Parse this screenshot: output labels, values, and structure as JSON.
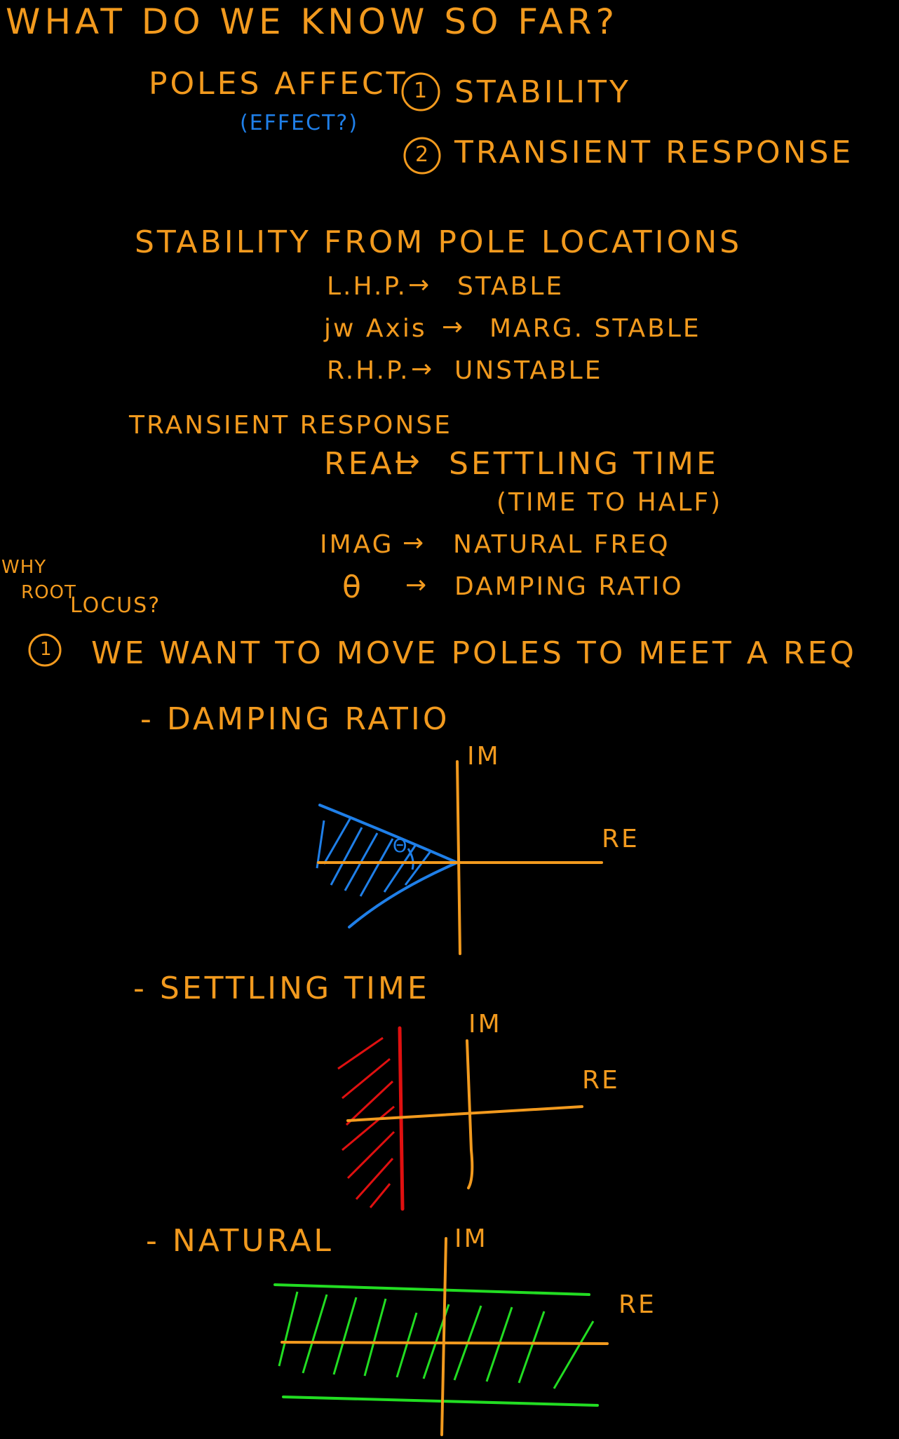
{
  "title": "What do we know so far?",
  "poles": {
    "lead": "Poles affect",
    "aside": "(effect?)",
    "items": [
      {
        "num": "1",
        "text": "Stability"
      },
      {
        "num": "2",
        "text": "Transient Response"
      }
    ]
  },
  "stability": {
    "heading": "Stability from pole locations",
    "rows": [
      {
        "left": "L.H.P.",
        "right": "Stable"
      },
      {
        "left": "jw Axis",
        "right": "Marg. Stable"
      },
      {
        "left": "R.H.P.",
        "right": "Unstable"
      }
    ]
  },
  "transient": {
    "heading": "Transient Response",
    "rows": [
      {
        "left": "Real",
        "right": "Settling time"
      },
      {
        "left": "",
        "right": "(time to half)"
      },
      {
        "left": "Imag",
        "right": "Natural freq"
      },
      {
        "left": "θ",
        "right": "Damping ratio"
      }
    ]
  },
  "why": {
    "line1": "Why",
    "line2": "Root",
    "line3": "Locus?",
    "num": "1",
    "statement": "We want to move poles to meet a req"
  },
  "plots": [
    {
      "label": "- Damping Ratio",
      "im": "Im",
      "re": "Re",
      "angle": "θ",
      "region_color": "#1f7fe8"
    },
    {
      "label": "- Settling time",
      "im": "Im",
      "re": "Re",
      "region_color": "#e01010"
    },
    {
      "label": "- Natural",
      "im": "Im",
      "re": "Re",
      "region_color": "#22dd22"
    }
  ],
  "colors": {
    "ink": "#f29a1e",
    "blue": "#1f7fe8",
    "red": "#e01010",
    "green": "#22dd22"
  }
}
